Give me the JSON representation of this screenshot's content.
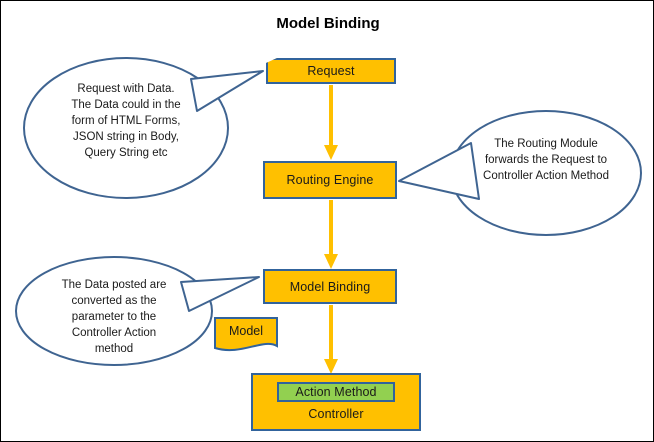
{
  "title": "Model Binding",
  "colors": {
    "node_fill": "#FFC000",
    "node_border": "#31639C",
    "action_method_fill": "#92D050",
    "arrow": "#FFC000",
    "callout_outline": "#3F6491",
    "page_border": "#000000",
    "text": "#1a1a1a"
  },
  "nodes": {
    "request": "Request",
    "routing_engine": "Routing Engine",
    "model_binding": "Model Binding",
    "model": "Model",
    "controller": "Controller",
    "action_method": "Action  Method"
  },
  "callouts": [
    {
      "id": "callout-request",
      "text": "Request with Data.\nThe Data could in the\nform of HTML Forms,\nJSON string in Body,\nQuery String etc",
      "points_to": "request"
    },
    {
      "id": "callout-routing",
      "text": "The Routing Module\nforwards the Request to\nController Action Method",
      "points_to": "routing_engine"
    },
    {
      "id": "callout-model-binding",
      "text": "The Data posted are\nconverted as the\nparameter to the\nController Action\nmethod",
      "points_to": "model_binding"
    }
  ],
  "arrows": [
    {
      "id": "arrow-request-to-routing",
      "from": "request",
      "to": "routing_engine"
    },
    {
      "id": "arrow-routing-to-binding",
      "from": "routing_engine",
      "to": "model_binding"
    },
    {
      "id": "arrow-binding-to-controller",
      "from": "model_binding",
      "to": "controller"
    }
  ]
}
